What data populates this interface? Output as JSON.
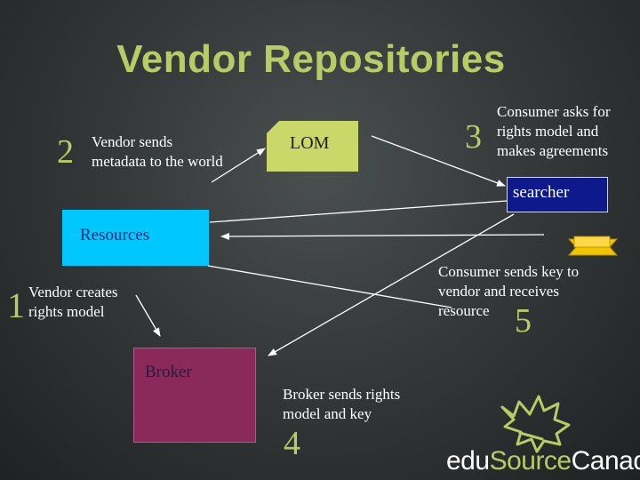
{
  "title": "Vendor Repositories",
  "steps": {
    "step1": {
      "number": "1",
      "text_line1": "Vendor creates",
      "text_line2": "rights model"
    },
    "step2": {
      "number": "2",
      "text_line1": "Vendor sends",
      "text_line2": "metadata to the world"
    },
    "step3": {
      "number": "3",
      "text_line1": "Consumer asks for",
      "text_line2": "rights model and",
      "text_line3": "makes agreements"
    },
    "step4": {
      "number": "4",
      "text_line1": "Broker sends rights",
      "text_line2": "model and key"
    },
    "step5": {
      "number": "5",
      "text_line1": "Consumer sends key to",
      "text_line2": "vendor and receives",
      "text_line3": "resource"
    }
  },
  "nodes": {
    "lom": "LOM",
    "searcher": "searcher",
    "resources": "Resources",
    "broker": "Broker"
  },
  "logo": {
    "text_edu": "edu",
    "text_source": "Source",
    "text_canada": "Canada"
  },
  "colors": {
    "accent_green": "#b8cc66",
    "lom_fill": "#c9d868",
    "searcher_fill": "#0e1a8c",
    "resources_fill": "#00c8ff",
    "broker_fill": "#8a2a5a",
    "key_yellow": "#f2c500"
  }
}
